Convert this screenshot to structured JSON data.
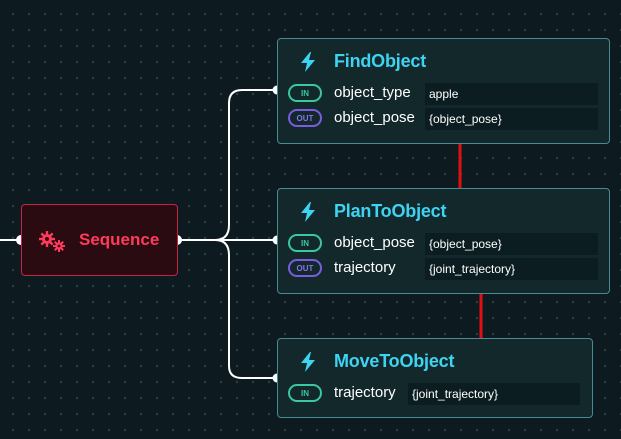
{
  "sequence": {
    "label": "Sequence",
    "icon": "gears-icon",
    "color": "#ff3a5a"
  },
  "nodes": [
    {
      "title": "FindObject",
      "ports": [
        {
          "dir": "IN",
          "name": "object_type",
          "value": "apple"
        },
        {
          "dir": "OUT",
          "name": "object_pose",
          "value": "{object_pose}"
        }
      ]
    },
    {
      "title": "PlanToObject",
      "ports": [
        {
          "dir": "IN",
          "name": "object_pose",
          "value": "{object_pose}"
        },
        {
          "dir": "OUT",
          "name": "trajectory",
          "value": "{joint_trajectory}"
        }
      ]
    },
    {
      "title": "MoveToObject",
      "ports": [
        {
          "dir": "IN",
          "name": "trajectory",
          "value": "{joint_trajectory}"
        }
      ]
    }
  ],
  "colors": {
    "background": "#0d1b20",
    "node_border": "#4a8a94",
    "title": "#3fd3f2",
    "in_port": "#3cc7a0",
    "out_port": "#7b5ce0",
    "sequence_border": "#c7243f",
    "arrow": "#e01010"
  }
}
